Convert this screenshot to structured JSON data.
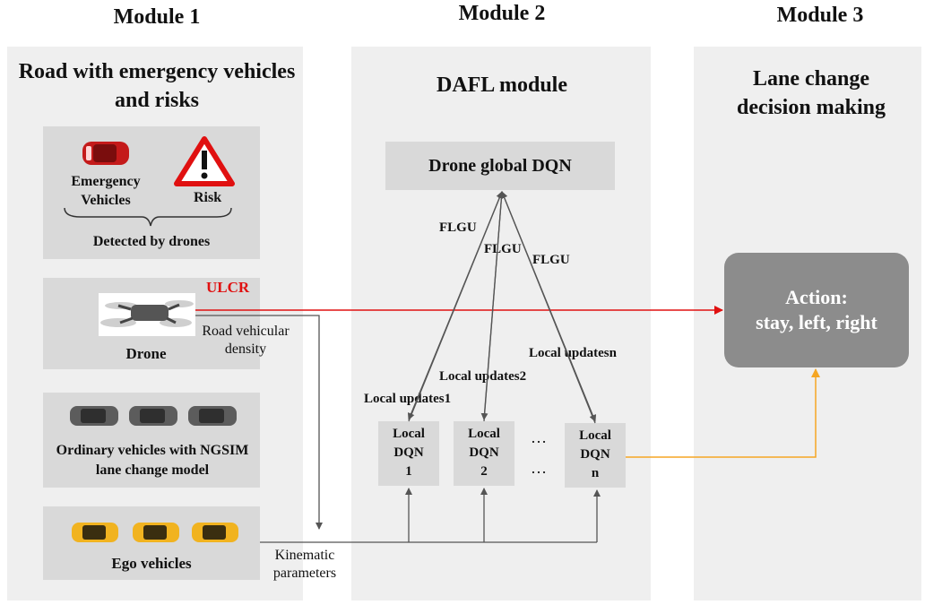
{
  "modules": [
    {
      "title": "Module 1",
      "panel_title": "Road with emergency vehicles and risks"
    },
    {
      "title": "Module 2",
      "panel_title": "DAFL module"
    },
    {
      "title": "Module 3",
      "panel_title": "Lane change decision making"
    }
  ],
  "module1": {
    "emergency": {
      "label": "Emergency Vehicles",
      "risk_label": "Risk",
      "caption": "Detected by drones"
    },
    "drone": {
      "label": "Drone",
      "ulcr": "ULCR",
      "density_label": "Road vehicular density"
    },
    "ordinary": {
      "label": "Ordinary vehicles with NGSIM lane change model"
    },
    "ego": {
      "label": "Ego vehicles"
    }
  },
  "module2": {
    "global": "Drone global DQN",
    "flgu": [
      "FLGU",
      "FLGU",
      "FLGU"
    ],
    "local_updates": [
      "Local updates1",
      "Local updates2",
      "Local updatesn"
    ],
    "local_dqn": [
      {
        "l1": "Local",
        "l2": "DQN",
        "l3": "1"
      },
      {
        "l1": "Local",
        "l2": "DQN",
        "l3": "2"
      },
      {
        "l1": "Local",
        "l2": "DQN",
        "l3": "n"
      }
    ],
    "ellipsis": "…"
  },
  "module3": {
    "action_title": "Action:",
    "action_options": "stay, left, right"
  },
  "kinematic_label": "Kinematic parameters",
  "colors": {
    "red": "#e01010",
    "orange": "#f5a623",
    "panel": "#efefef",
    "box": "#d9d9d9",
    "action": "#8c8c8c"
  }
}
